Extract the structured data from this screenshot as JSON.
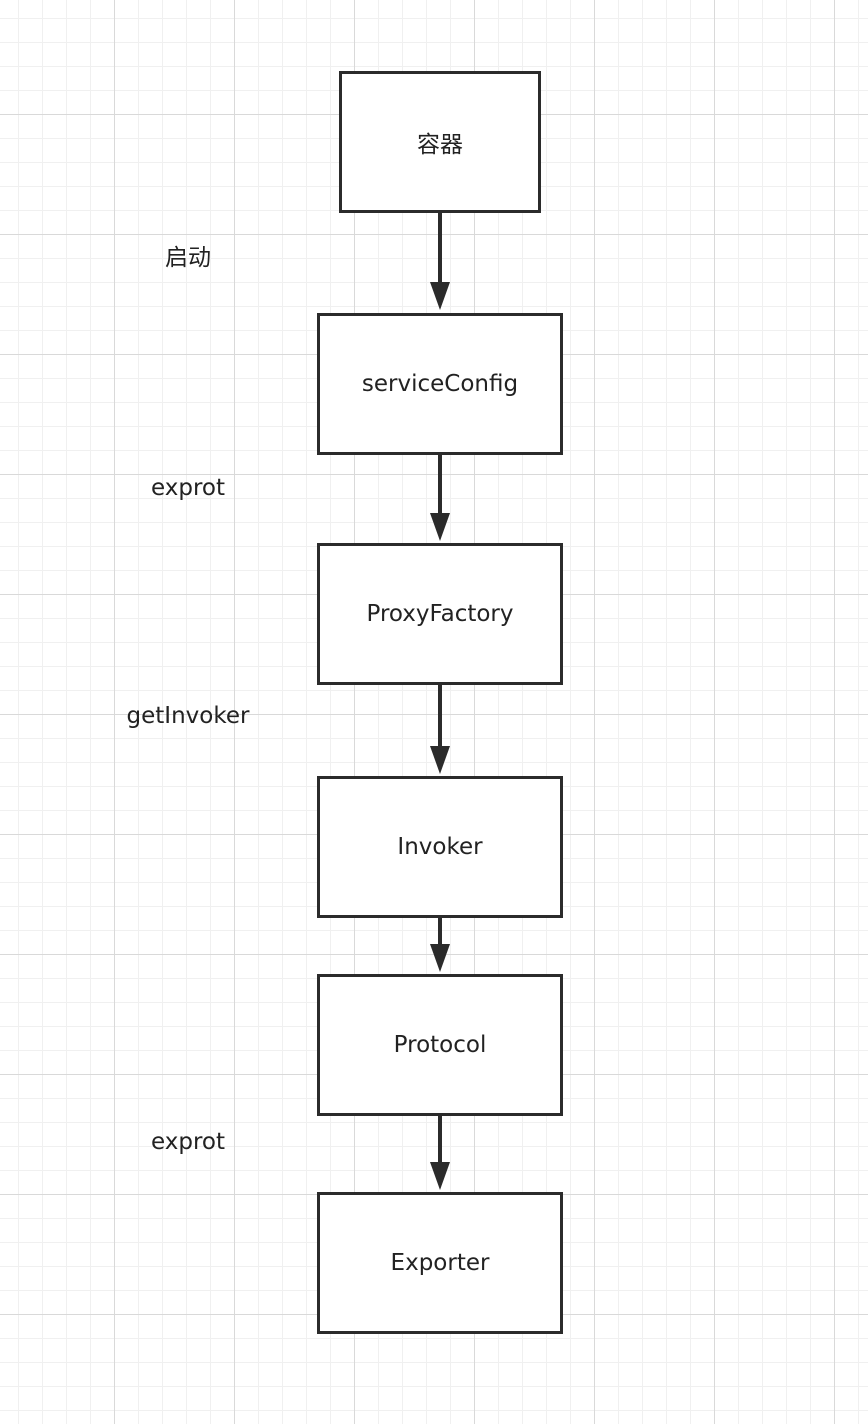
{
  "diagram": {
    "type": "flowchart",
    "nodes": [
      {
        "id": "container",
        "label": "容器"
      },
      {
        "id": "service-config",
        "label": "serviceConfig"
      },
      {
        "id": "proxy-factory",
        "label": "ProxyFactory"
      },
      {
        "id": "invoker",
        "label": "Invoker"
      },
      {
        "id": "protocol",
        "label": "Protocol"
      },
      {
        "id": "exporter",
        "label": "Exporter"
      }
    ],
    "edges": [
      {
        "from": "container",
        "to": "service-config",
        "label": "启动"
      },
      {
        "from": "service-config",
        "to": "proxy-factory",
        "label": "exprot"
      },
      {
        "from": "proxy-factory",
        "to": "invoker",
        "label": "getInvoker"
      },
      {
        "from": "invoker",
        "to": "protocol",
        "label": ""
      },
      {
        "from": "protocol",
        "to": "exporter",
        "label": "exprot"
      }
    ],
    "colors": {
      "stroke": "#2b2b2b",
      "text": "#222222",
      "background": "#ffffff",
      "grid": "#d9d9d9"
    }
  }
}
